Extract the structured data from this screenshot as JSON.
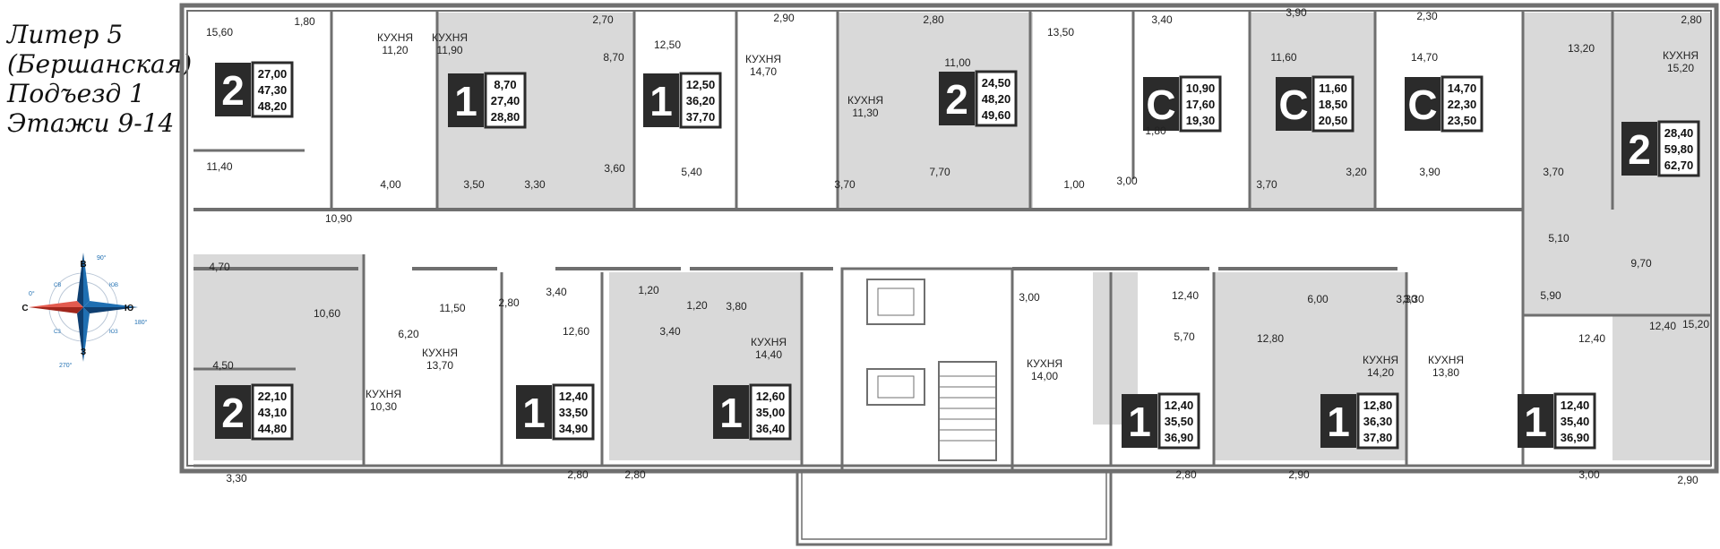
{
  "title": {
    "line1": "Литер 5",
    "line2": "(Бершанская)",
    "line3": "Подъезд 1",
    "line4": "Этажи 9-14"
  },
  "colors": {
    "wall": "#6f6f6f",
    "shade": "#d9d9d9",
    "badge": "#2b2b2b",
    "text": "#222222",
    "compass_red": "#c0392b",
    "compass_blue": "#1f6fb2"
  },
  "compass": {
    "north": "В",
    "south": "З",
    "west": "С",
    "east": "Ю",
    "deg_north": "90°",
    "deg_south": "270°",
    "deg_west": "0°",
    "deg_east": "180°",
    "ne": "ЮВ",
    "nw": "СВ",
    "se": "ЮЗ",
    "sw": "СЗ"
  },
  "apartments": [
    {
      "type": "2",
      "a": "27,00",
      "b": "47,30",
      "c": "48,20"
    },
    {
      "type": "1",
      "a": "8,70",
      "b": "27,40",
      "c": "28,80"
    },
    {
      "type": "1",
      "a": "12,50",
      "b": "36,20",
      "c": "37,70"
    },
    {
      "type": "2",
      "a": "24,50",
      "b": "48,20",
      "c": "49,60"
    },
    {
      "type": "С",
      "a": "10,90",
      "b": "17,60",
      "c": "19,30"
    },
    {
      "type": "С",
      "a": "11,60",
      "b": "18,50",
      "c": "20,50"
    },
    {
      "type": "С",
      "a": "14,70",
      "b": "22,30",
      "c": "23,50"
    },
    {
      "type": "2",
      "a": "28,40",
      "b": "59,80",
      "c": "62,70"
    },
    {
      "type": "2",
      "a": "22,10",
      "b": "43,10",
      "c": "44,80"
    },
    {
      "type": "1",
      "a": "12,40",
      "b": "33,50",
      "c": "34,90"
    },
    {
      "type": "1",
      "a": "12,60",
      "b": "35,00",
      "c": "36,40"
    },
    {
      "type": "1",
      "a": "12,40",
      "b": "35,50",
      "c": "36,90"
    },
    {
      "type": "1",
      "a": "12,80",
      "b": "36,30",
      "c": "37,80"
    },
    {
      "type": "1",
      "a": "12,40",
      "b": "35,40",
      "c": "36,90"
    }
  ],
  "kitchens": [
    {
      "label": "КУХНЯ",
      "area": "11,20"
    },
    {
      "label": "КУХНЯ",
      "area": "11,90"
    },
    {
      "label": "КУХНЯ",
      "area": "14,70"
    },
    {
      "label": "КУХНЯ",
      "area": "11,30"
    },
    {
      "label": "КУХНЯ",
      "area": "15,20"
    },
    {
      "label": "КУХНЯ",
      "area": "13,70"
    },
    {
      "label": "КУХНЯ",
      "area": "10,30"
    },
    {
      "label": "КУХНЯ",
      "area": "14,40"
    },
    {
      "label": "КУХНЯ",
      "area": "14,00"
    },
    {
      "label": "КУХНЯ",
      "area": "14,20"
    },
    {
      "label": "КУХНЯ",
      "area": "13,80"
    }
  ],
  "areas": [
    "15,60",
    "1,80",
    "2,70",
    "8,70",
    "12,50",
    "2,90",
    "2,80",
    "13,50",
    "3,40",
    "3,90",
    "2,30",
    "2,80",
    "11,00",
    "11,60",
    "14,70",
    "13,20",
    "11,40",
    "4,00",
    "3,50",
    "3,30",
    "3,60",
    "5,40",
    "3,70",
    "7,70",
    "1,00",
    "3,00",
    "3,70",
    "3,20",
    "3,90",
    "3,70",
    "1,80",
    "10,90",
    "5,10",
    "9,70",
    "4,70",
    "10,60",
    "6,20",
    "4,50",
    "11,50",
    "2,80",
    "3,40",
    "1,20",
    "1,20",
    "3,80",
    "3,00",
    "12,40",
    "12,60",
    "3,40",
    "5,70",
    "6,00",
    "3,30",
    "3,30",
    "5,90",
    "12,40",
    "12,80",
    "12,40",
    "15,20",
    "3,30",
    "2,80",
    "2,80",
    "2,80",
    "2,90",
    "3,00",
    "2,90"
  ]
}
